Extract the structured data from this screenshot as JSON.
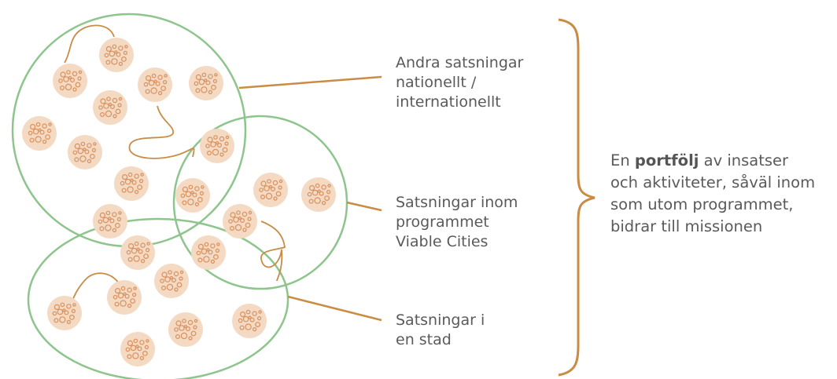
{
  "colors": {
    "circle_stroke": "#8dc58d",
    "connector": "#c98c45",
    "cluster_fill": "#f4d9c3",
    "cluster_bubble": "#d9915d",
    "text": "#5a5a5a"
  },
  "labels": {
    "other": [
      "Andra satsningar",
      "nationellt /",
      "internationellt"
    ],
    "programme": [
      "Satsningar inom",
      "programmet",
      "Viable Cities"
    ],
    "city": [
      "Satsningar i",
      "en stad"
    ]
  },
  "summary": {
    "prefix": "En ",
    "emphasis": "portfölj",
    "suffix": " av insatser",
    "lines": [
      "och aktiviteter, såväl inom",
      "som utom programmet,",
      "bidrar till missionen"
    ]
  }
}
